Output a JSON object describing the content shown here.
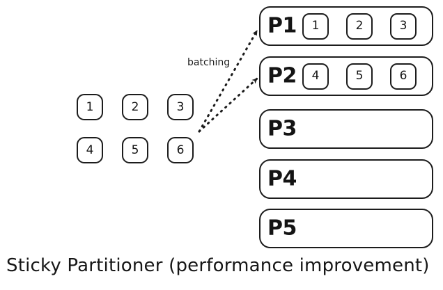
{
  "diagram": {
    "caption": "Sticky Partitioner (performance improvement)",
    "batching_label": "batching",
    "colors": {
      "background": "#ffffff",
      "stroke": "#1c1c1c",
      "text": "#141414"
    },
    "incoming_messages": {
      "name": "message-grid",
      "rows": [
        [
          "1",
          "2",
          "3"
        ],
        [
          "4",
          "5",
          "6"
        ]
      ]
    },
    "partitions": [
      {
        "label": "P1",
        "messages": [
          "1",
          "2",
          "3"
        ]
      },
      {
        "label": "P2",
        "messages": [
          "4",
          "5",
          "6"
        ]
      },
      {
        "label": "P3",
        "messages": []
      },
      {
        "label": "P4",
        "messages": []
      },
      {
        "label": "P5",
        "messages": []
      }
    ],
    "arrows": [
      {
        "name": "batching-arrow-to-p1",
        "from": "message-grid",
        "to": "P1",
        "style": "dotted"
      },
      {
        "name": "batching-arrow-to-p2",
        "from": "message-grid",
        "to": "P2",
        "style": "dotted"
      }
    ]
  }
}
